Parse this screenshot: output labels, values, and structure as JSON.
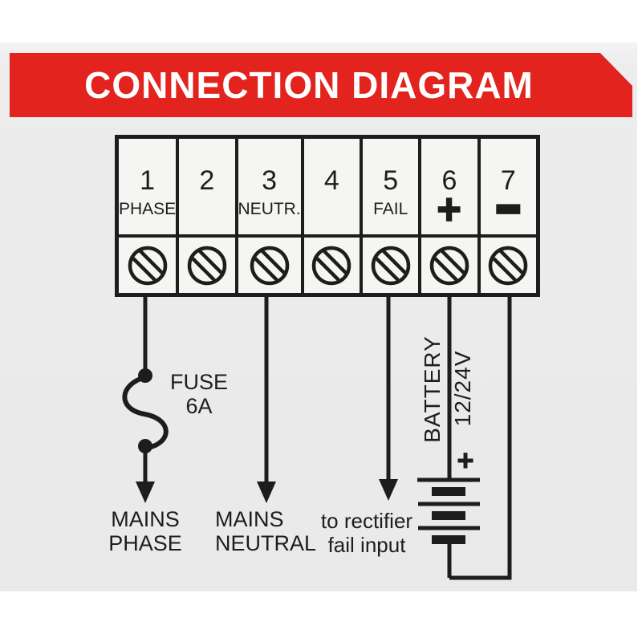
{
  "banner": {
    "title": "CONNECTION DIAGRAM",
    "background_color": "#e3231d",
    "text_color": "#ffffff"
  },
  "terminal_block": {
    "cells": [
      {
        "number": "1",
        "label": "PHASE"
      },
      {
        "number": "2",
        "label": ""
      },
      {
        "number": "3",
        "label": "NEUTR."
      },
      {
        "number": "4",
        "label": ""
      },
      {
        "number": "5",
        "label": "FAIL"
      },
      {
        "number": "6",
        "label": "+"
      },
      {
        "number": "7",
        "label": "−"
      }
    ]
  },
  "fuse": {
    "line1": "FUSE",
    "line2": "6A"
  },
  "destinations": {
    "mains_phase": {
      "line1": "MAINS",
      "line2": "PHASE"
    },
    "mains_neutral": {
      "line1": "MAINS",
      "line2": "NEUTRAL"
    },
    "rectifier": {
      "line1": "to rectifier",
      "line2": "fail input"
    }
  },
  "battery": {
    "name": "BATTERY",
    "voltage": "12/24V",
    "plus_label": "+"
  },
  "colors": {
    "accent_red": "#e3231d",
    "line_black": "#1d1d1b",
    "panel_gray": "#e9e9e9",
    "cell_fill": "#f5f5f4"
  }
}
